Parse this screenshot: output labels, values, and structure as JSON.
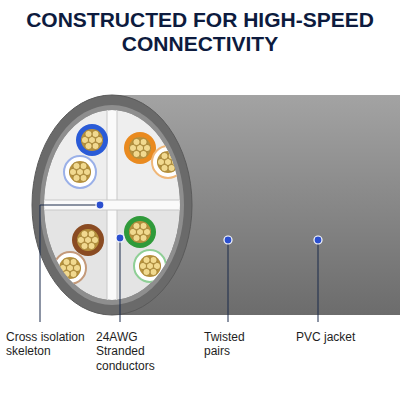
{
  "diagram": {
    "title": "CONSTRUCTED FOR HIGH-SPEED CONNECTIVITY",
    "labels": [
      "Cross isolation skeleton",
      "24AWG Stranded conductors",
      "Twisted pairs",
      "PVC jacket"
    ]
  }
}
